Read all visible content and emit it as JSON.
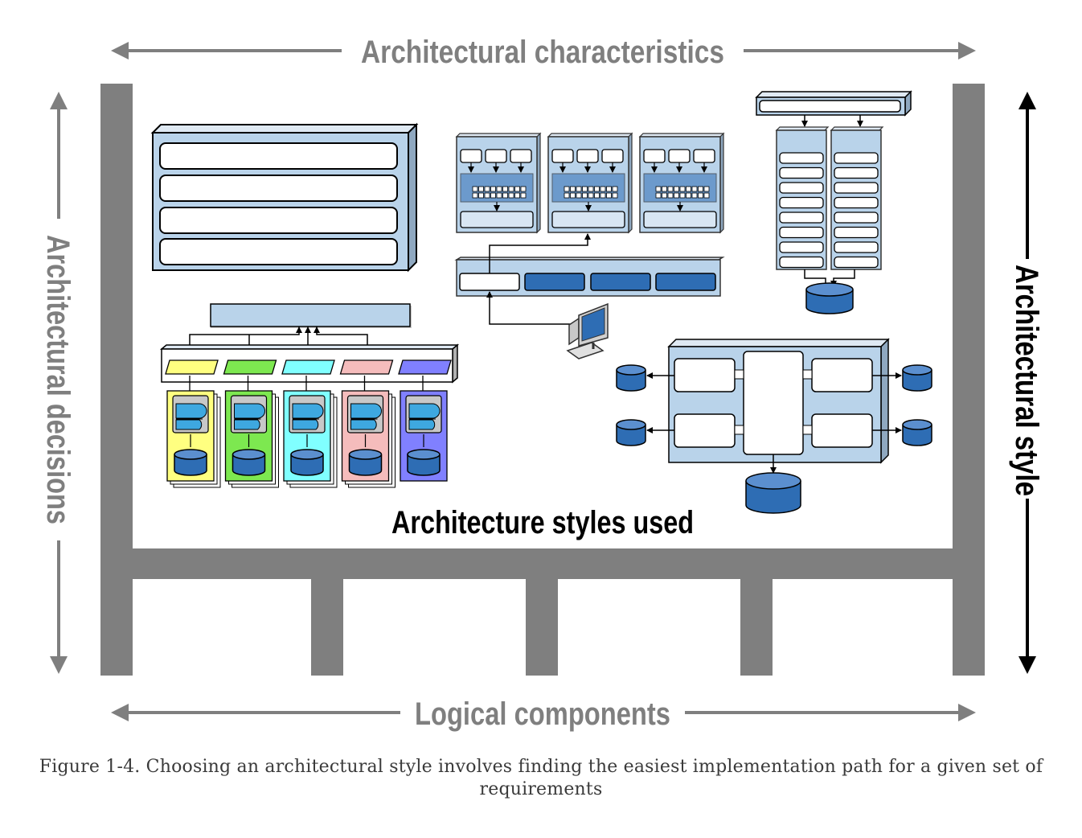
{
  "labels": {
    "top": "Architectural characteristics",
    "left": "Architectural decisions",
    "right": "Architectural style",
    "bottom": "Logical components",
    "center": "Architecture styles used"
  },
  "caption": "Figure 1-4. Choosing an architectural style involves finding the easiest implementation path for a given set of requirements",
  "colors": {
    "frame": "#7f7f7f",
    "label_gray": "#7f7f7f",
    "label_black": "#000000",
    "light_blue": "#b9d3ea",
    "dark_blue": "#2e6db4",
    "service_colors": [
      "#ffff80",
      "#7de850",
      "#80ffff",
      "#f5bcbc",
      "#8080ff"
    ]
  },
  "styles_depicted": [
    {
      "name": "layered-architecture-diagram",
      "layers": 4
    },
    {
      "name": "pipeline-microkernel-diagram",
      "units": 3
    },
    {
      "name": "space-based-diagram",
      "processing_units": 2
    },
    {
      "name": "microservices-diagram",
      "services": 5
    },
    {
      "name": "event-driven-diagram",
      "processors": 4
    }
  ]
}
